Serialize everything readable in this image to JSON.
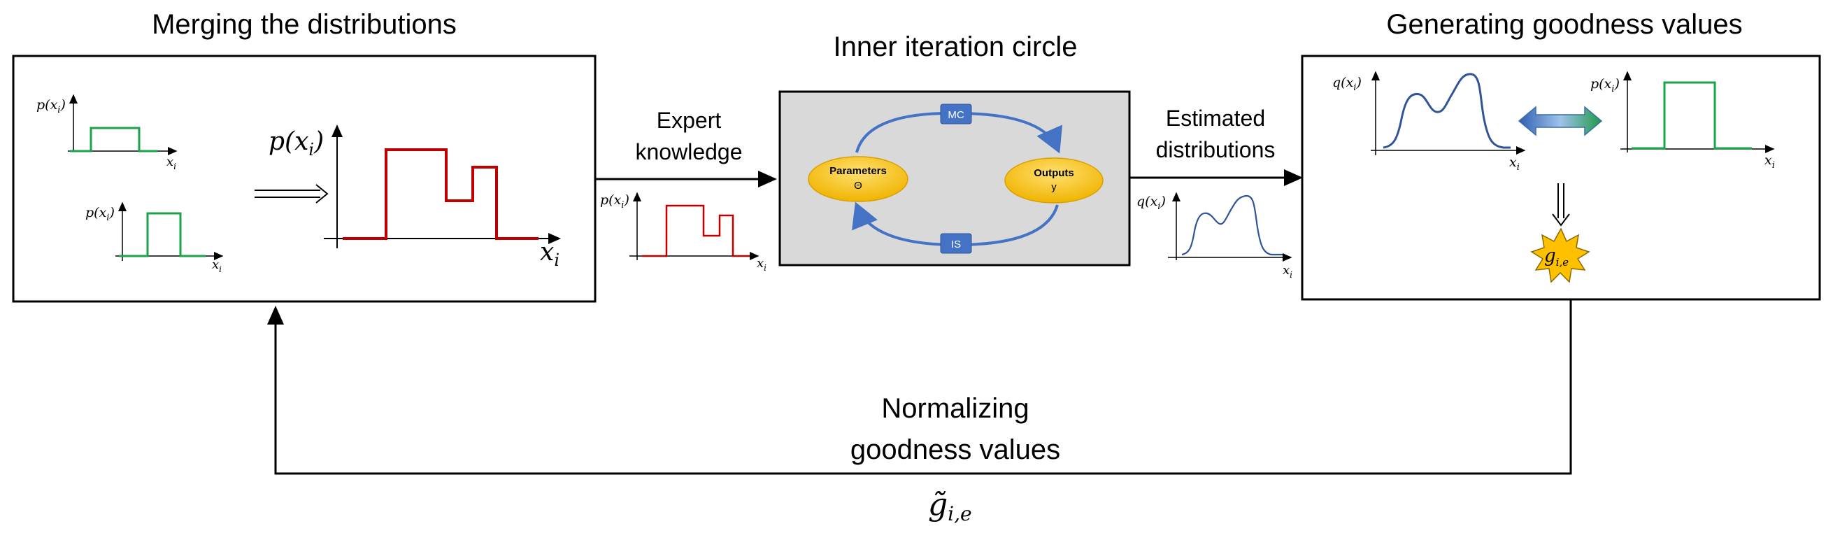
{
  "titles": {
    "merge": "Merging the distributions",
    "inner": "Inner iteration circle",
    "generate": "Generating goodness values"
  },
  "edges": {
    "expert_line1": "Expert",
    "expert_line2": "knowledge",
    "estimated_line1": "Estimated",
    "estimated_line2": "distributions",
    "normalizing_line1": "Normalizing",
    "normalizing_line2": "goodness values",
    "normalized_symbol": "g̃",
    "normalized_subscript": "i,e"
  },
  "math": {
    "p_func": "p(x",
    "q_func": "q(x",
    "sub_i": "i",
    "close": ")",
    "x": "x",
    "g": "g",
    "g_sub": "i,e"
  },
  "inner_cycle": {
    "top_badge": "MC",
    "bottom_badge": "IS",
    "left_node_title": "Parameters",
    "left_node_symbol": "Θ",
    "right_node_title": "Outputs",
    "right_node_symbol": "y"
  },
  "colors": {
    "prior": "#1aa34a",
    "merged": "#c00000",
    "estimated": "#2f5597",
    "badge": "#4472c4",
    "node_fill": "#ffc000",
    "panel_gray": "#d9d9d9",
    "star": "#ffc000"
  }
}
